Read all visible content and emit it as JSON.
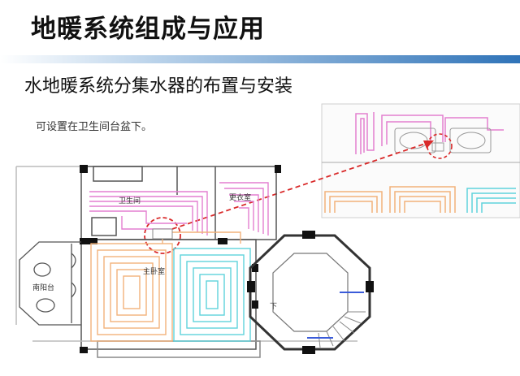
{
  "slide": {
    "title": "地暖系统组成与应用",
    "subtitle": "水地暖系统分集水器的布置与安装",
    "note": "可设置在卫生间台盆下。"
  },
  "plan": {
    "rooms": {
      "bathroom": "卫生间",
      "dressing": "更衣室",
      "bedroom": "主卧室",
      "balcony": "南阳台",
      "stairs_down": "下"
    }
  },
  "colors": {
    "accent_bar": "#2f73b8",
    "pipe_pink": "#e37fd0",
    "pipe_orange": "#f2b27a",
    "pipe_cyan": "#5fd3dc",
    "callout_red": "#d92a2a"
  }
}
